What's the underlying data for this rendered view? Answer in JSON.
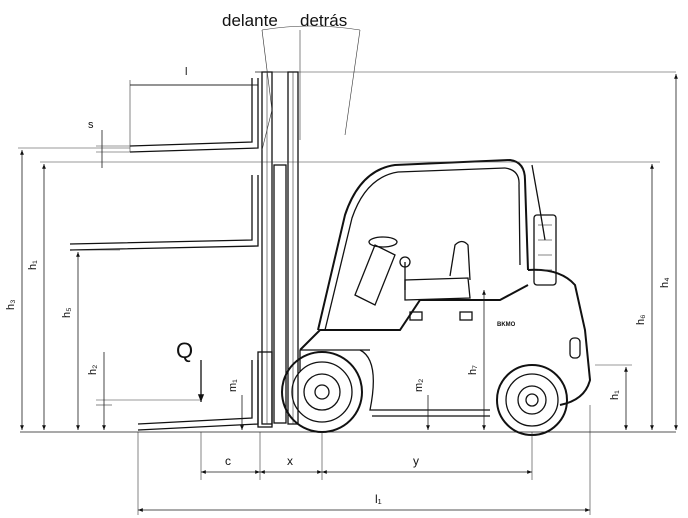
{
  "diagram": {
    "tilt": {
      "front": "delante",
      "back": "detrás"
    },
    "load": "Q",
    "labels": {
      "l": "l",
      "s": "s",
      "h3": "h₃",
      "h1": "h₁",
      "h5": "h₅",
      "h2": "h₂",
      "m1": "m₁",
      "m2": "m₂",
      "h7": "h₇",
      "h6": "h₆",
      "h4": "h₄",
      "h1_wheel": "h₁",
      "c": "c",
      "x": "x",
      "y": "y",
      "l1": "l₁"
    },
    "brand": "BKMO"
  }
}
